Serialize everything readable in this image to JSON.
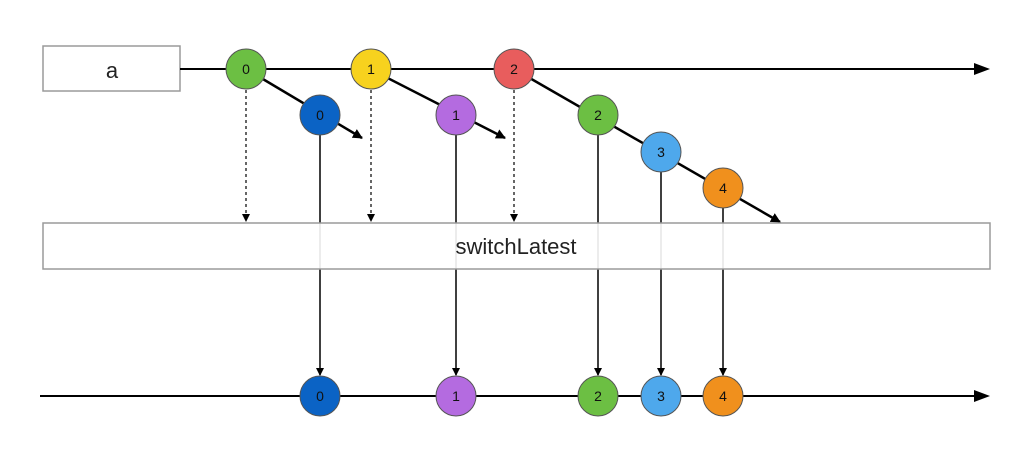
{
  "source": {
    "label": "a"
  },
  "operator": {
    "label": "switchLatest"
  },
  "colors": {
    "green": "#6cbf43",
    "yellow": "#f7d21e",
    "red": "#e85d5d",
    "blue_dark": "#0b63c5",
    "purple": "#b46be0",
    "blue_light": "#4ea8ec",
    "orange": "#f0901d",
    "line": "#000000",
    "box_border": "#9a9a9a"
  },
  "outer_marbles": [
    {
      "label": "0",
      "color": "green"
    },
    {
      "label": "1",
      "color": "yellow"
    },
    {
      "label": "2",
      "color": "red"
    }
  ],
  "inner_marbles": [
    {
      "label": "0",
      "color": "blue_dark"
    },
    {
      "label": "1",
      "color": "purple"
    },
    {
      "label": "2",
      "color": "green"
    },
    {
      "label": "3",
      "color": "blue_light"
    },
    {
      "label": "4",
      "color": "orange"
    }
  ],
  "output_marbles": [
    {
      "label": "0",
      "color": "blue_dark"
    },
    {
      "label": "1",
      "color": "purple"
    },
    {
      "label": "2",
      "color": "green"
    },
    {
      "label": "3",
      "color": "blue_light"
    },
    {
      "label": "4",
      "color": "orange"
    }
  ]
}
